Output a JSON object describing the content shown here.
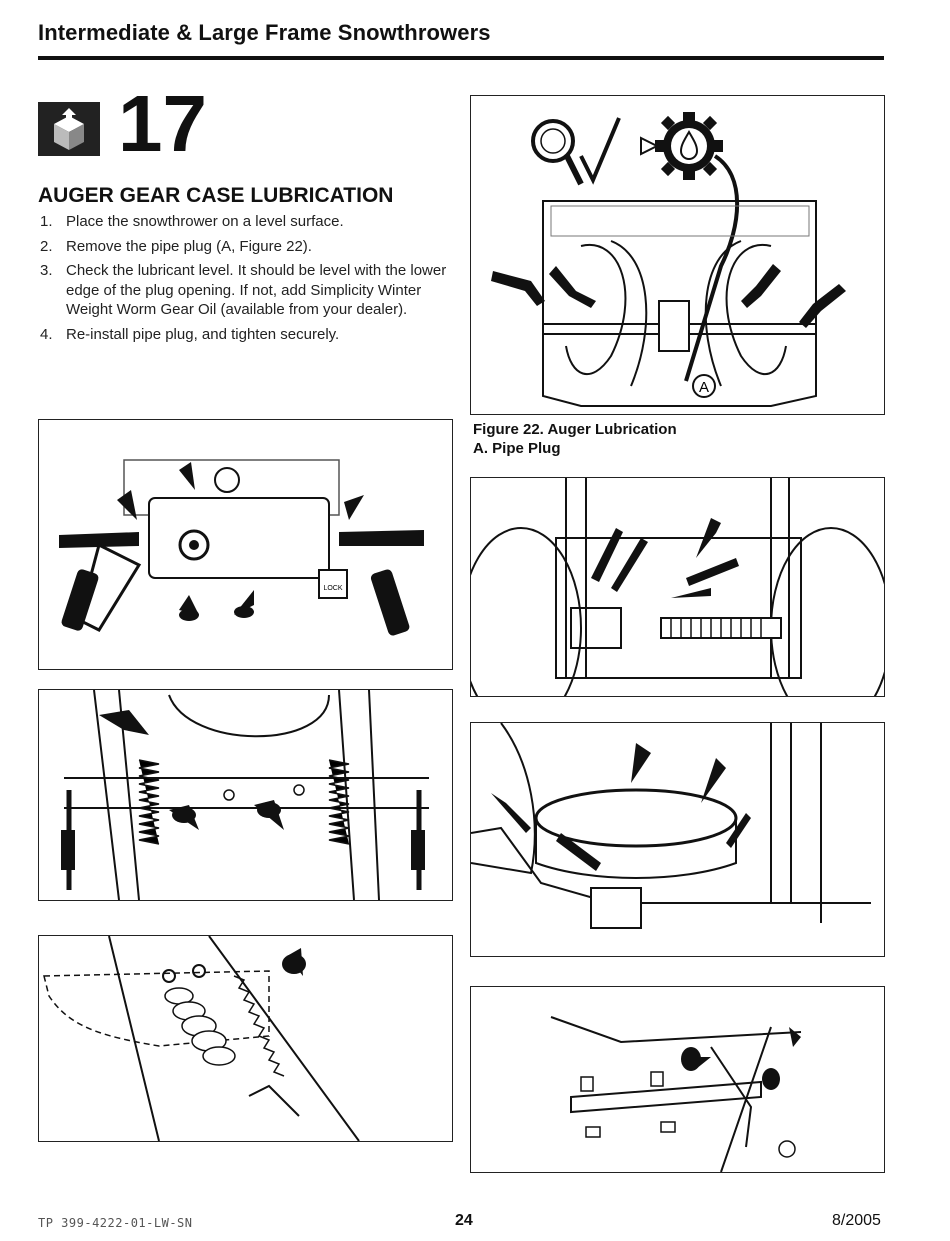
{
  "header": {
    "title": "Intermediate & Large Frame Snowthrowers"
  },
  "step": {
    "number": "17",
    "icon": "box-maintenance-icon"
  },
  "section": {
    "heading": "AUGER GEAR CASE LUBRICATION",
    "steps": [
      {
        "num": "1.",
        "text": "Place the snowthrower on a level surface."
      },
      {
        "num": "2.",
        "text": "Remove the pipe plug (A, Figure 22)."
      },
      {
        "num": "3.",
        "text": "Check the lubricant level. It should be level with the lower edge of the plug opening. If not, add Simplicity Winter Weight Worm Gear Oil (available from your dealer)."
      },
      {
        "num": "4.",
        "text": "Re-install pipe plug, and tighten securely."
      }
    ]
  },
  "figure22": {
    "caption_title": "Figure 22. Auger Lubrication",
    "caption_item": "A. Pipe Plug",
    "callout": "A"
  },
  "figure_labels": {
    "lock": "LOCK"
  },
  "footer": {
    "code": "TP 399-4222-01-LW-SN",
    "page": "24",
    "date": "8/2005"
  }
}
